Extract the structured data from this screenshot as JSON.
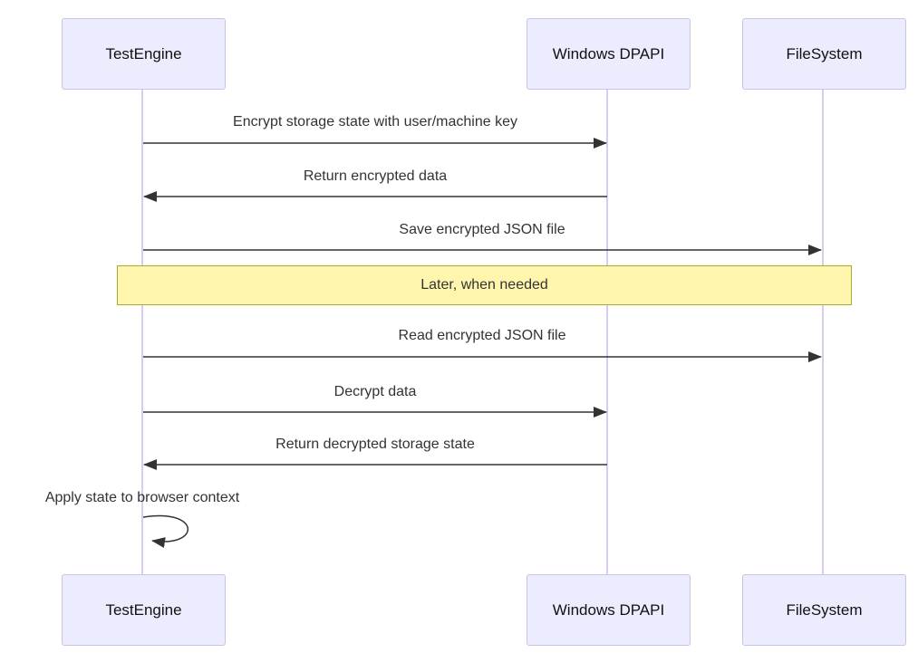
{
  "diagram": {
    "type": "sequence-diagram",
    "participants": [
      {
        "label": "TestEngine"
      },
      {
        "label": "Windows DPAPI"
      },
      {
        "label": "FileSystem"
      }
    ],
    "messages": [
      {
        "from": "TestEngine",
        "to": "Windows DPAPI",
        "label": "Encrypt storage state with user/machine key"
      },
      {
        "from": "Windows DPAPI",
        "to": "TestEngine",
        "label": "Return encrypted data"
      },
      {
        "from": "TestEngine",
        "to": "FileSystem",
        "label": "Save encrypted JSON file"
      },
      {
        "from": "TestEngine",
        "to": "FileSystem",
        "label": "Read encrypted JSON file"
      },
      {
        "from": "TestEngine",
        "to": "Windows DPAPI",
        "label": "Decrypt data"
      },
      {
        "from": "Windows DPAPI",
        "to": "TestEngine",
        "label": "Return decrypted storage state"
      },
      {
        "from": "TestEngine",
        "to": "TestEngine",
        "label": "Apply state to browser context"
      }
    ],
    "note": {
      "label": "Later, when needed",
      "position": "over all participants"
    },
    "colors": {
      "actor_fill": "#ECECFF",
      "actor_border": "#c9c3e6",
      "note_fill": "#fff5ad",
      "note_border": "#aaaa33",
      "lifeline": "#d6cef0",
      "arrow": "#333333",
      "text": "#333333"
    }
  }
}
